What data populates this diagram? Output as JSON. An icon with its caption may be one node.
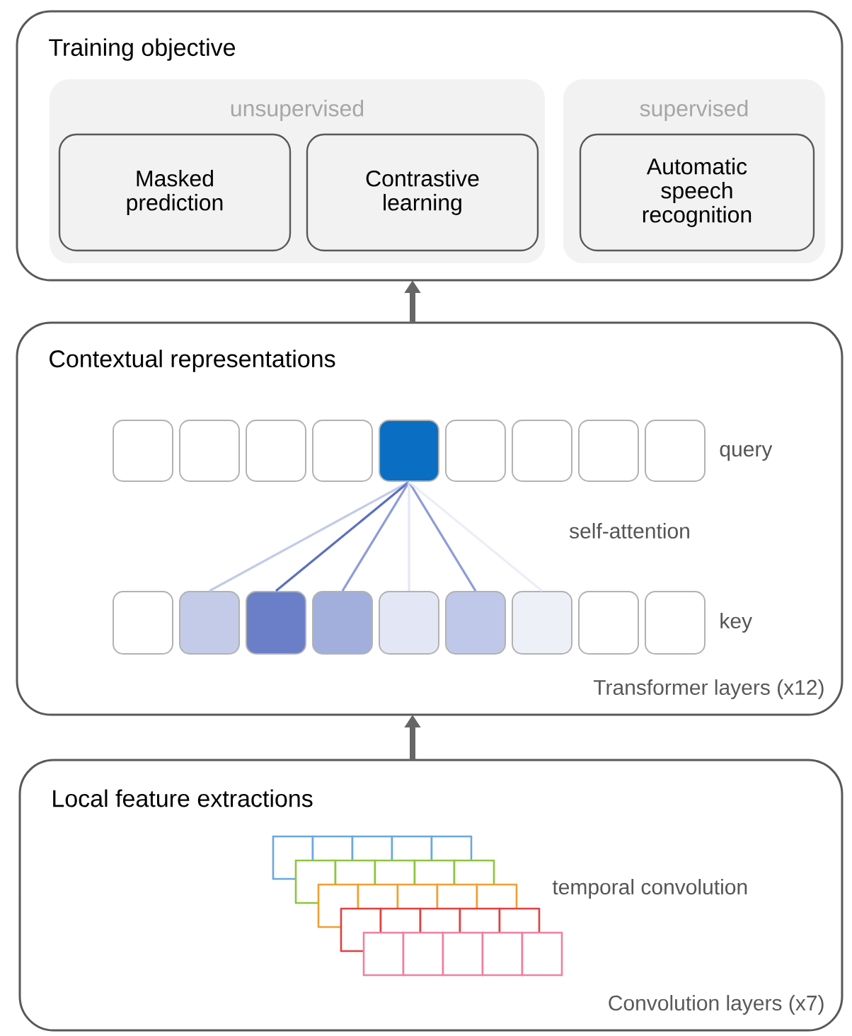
{
  "diagram": {
    "nodes": [
      {
        "text": [
          "Training objective"
        ]
      },
      {
        "text": [
          "unsupervised"
        ],
        "in": 0
      },
      {
        "text": [
          "Masked prediction"
        ],
        "in": 1
      },
      {
        "text": [
          "Contrastive learning"
        ],
        "in": 1
      },
      {
        "text": [
          "supervised"
        ],
        "in": 0
      },
      {
        "text": [
          "Automatic speech recognition"
        ],
        "in": 4
      },
      {
        "text": [
          "Contextual representations",
          "Transformer layers (x12)"
        ]
      },
      {
        "text": [],
        "shape": "box",
        "in": 6
      },
      {
        "text": [],
        "shape": "box",
        "in": 6
      },
      {
        "text": [],
        "shape": "box",
        "in": 6
      },
      {
        "text": [],
        "shape": "box",
        "in": 6
      },
      {
        "text": [],
        "shape": "box",
        "in": 6
      },
      {
        "text": [],
        "shape": "box",
        "in": 6
      },
      {
        "text": [],
        "shape": "box",
        "in": 6
      },
      {
        "text": [],
        "shape": "box",
        "in": 6
      },
      {
        "text": [],
        "shape": "box",
        "in": 6
      },
      {
        "text": [],
        "shape": "box",
        "in": 6
      },
      {
        "text": [],
        "shape": "box",
        "in": 6
      },
      {
        "text": [],
        "shape": "box",
        "in": 6
      },
      {
        "text": [],
        "shape": "box",
        "in": 6
      },
      {
        "text": [],
        "shape": "box",
        "in": 6
      },
      {
        "text": [],
        "shape": "box",
        "in": 6
      },
      {
        "text": [],
        "shape": "box",
        "in": 6
      },
      {
        "text": [],
        "shape": "box",
        "in": 6
      },
      {
        "text": [],
        "shape": "box",
        "in": 6
      },
      {
        "text": [
          "Local feature extractions",
          "Convolution layers (x7)"
        ]
      }
    ],
    "edges": [
      {
        "from": 25,
        "to": 6,
        "arrow": "to",
        "style": "thick"
      },
      {
        "from": 6,
        "to": 0,
        "arrow": "to",
        "style": "thick"
      },
      {
        "from": 11,
        "to": 17,
        "arrow": "none",
        "color": "#c3cbe8"
      },
      {
        "from": 11,
        "to": 18,
        "arrow": "none",
        "color": "#5a70c0"
      },
      {
        "from": 11,
        "to": 19,
        "arrow": "none",
        "color": "#8d9cd8"
      },
      {
        "from": 11,
        "to": 20,
        "arrow": "none",
        "color": "#e3e7f5"
      },
      {
        "from": 11,
        "to": 21,
        "arrow": "none",
        "color": "#8d9cd8"
      },
      {
        "from": 11,
        "to": 22,
        "arrow": "none",
        "color": "#eceef6"
      }
    ],
    "labels": [
      "query",
      "self-attention",
      "key",
      "temporal convolution"
    ]
  }
}
